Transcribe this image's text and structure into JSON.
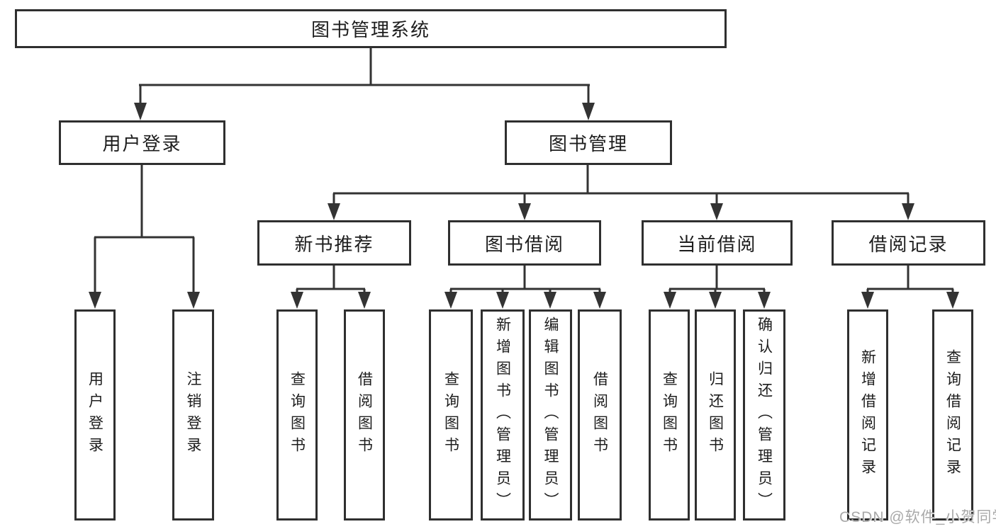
{
  "tree": {
    "root": {
      "label": "图书管理系统",
      "children": [
        {
          "label": "用户登录",
          "children": [
            {
              "label": "用户登录"
            },
            {
              "label": "注销登录"
            }
          ]
        },
        {
          "label": "图书管理",
          "children": [
            {
              "label": "新书推荐",
              "children": [
                {
                  "label": "查询图书"
                },
                {
                  "label": "借阅图书"
                }
              ]
            },
            {
              "label": "图书借阅",
              "children": [
                {
                  "label": "查询图书"
                },
                {
                  "label": "新增图书（管理员）"
                },
                {
                  "label": "编辑图书（管理员）"
                },
                {
                  "label": "借阅图书"
                }
              ]
            },
            {
              "label": "当前借阅",
              "children": [
                {
                  "label": "查询图书"
                },
                {
                  "label": "归还图书"
                },
                {
                  "label": "确认归还（管理员）"
                }
              ]
            },
            {
              "label": "借阅记录",
              "children": [
                {
                  "label": "新增借阅记录"
                },
                {
                  "label": "查询借阅记录"
                }
              ]
            }
          ]
        }
      ]
    }
  },
  "watermark": {
    "text": "CSDN @软件_小贺同学"
  },
  "colors": {
    "line": "#333333",
    "box_border": "#2f2f2f",
    "text": "#1d1d1d",
    "background": "#ffffff",
    "watermark": "#a9a9a9"
  }
}
